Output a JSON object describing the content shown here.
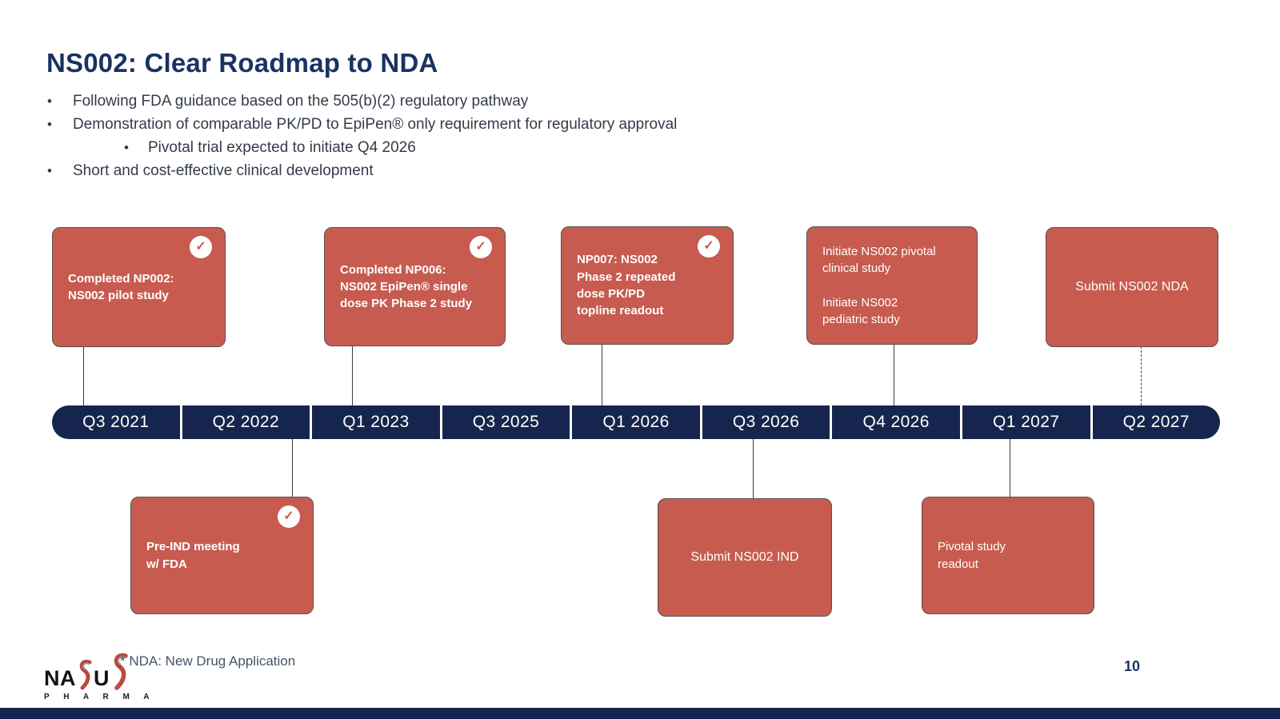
{
  "header": {
    "title": "NS002: Clear Roadmap to NDA",
    "bullets": [
      "Following FDA guidance based on the 505(b)(2) regulatory pathway",
      "Demonstration of comparable PK/PD to EpiPen®  only requirement for regulatory approval",
      "Pivotal trial expected to initiate Q4 2026",
      "Short and cost-effective clinical development"
    ]
  },
  "timeline": {
    "quarters": [
      "Q3 2021",
      "Q2 2022",
      "Q1 2023",
      "Q3 2025",
      "Q1 2026",
      "Q3 2026",
      "Q4 2026",
      "Q1 2027",
      "Q2 2027"
    ]
  },
  "milestones": {
    "top": [
      {
        "text": "Completed NP002:\nNS002 pilot study",
        "completed": true,
        "quarter": "Q3 2021"
      },
      {
        "text": "Completed NP006:\nNS002 EpiPen® single\ndose PK Phase 2 study",
        "completed": true,
        "quarter": "Q1 2023"
      },
      {
        "text": "NP007: NS002\nPhase 2 repeated\ndose PK/PD\ntopline readout",
        "completed": true,
        "quarter": "Q1 2026"
      },
      {
        "text": "Initiate NS002 pivotal\nclinical study\n\nInitiate NS002\npediatric study",
        "completed": false,
        "quarter": "Q4 2026"
      },
      {
        "text": "Submit NS002 NDA",
        "completed": false,
        "quarter": "Q2 2027"
      }
    ],
    "bottom": [
      {
        "text": "Pre-IND meeting\nw/ FDA",
        "completed": true,
        "quarter": "Q2 2022"
      },
      {
        "text": "Submit NS002 IND",
        "completed": false,
        "quarter": "Q3 2026"
      },
      {
        "text": "Pivotal study\nreadout",
        "completed": false,
        "quarter": "Q1 2027"
      }
    ]
  },
  "footer": {
    "footnote": "* NDA: New Drug Application",
    "page_number": "10",
    "logo": {
      "part1": "NA",
      "part2": "U",
      "subtext": "P H A R M A"
    }
  },
  "glyphs": {
    "bullet": "•",
    "check": "✓"
  },
  "colors": {
    "accent_red": "#c75b50",
    "navy": "#16254d",
    "title_navy": "#1a3263"
  }
}
